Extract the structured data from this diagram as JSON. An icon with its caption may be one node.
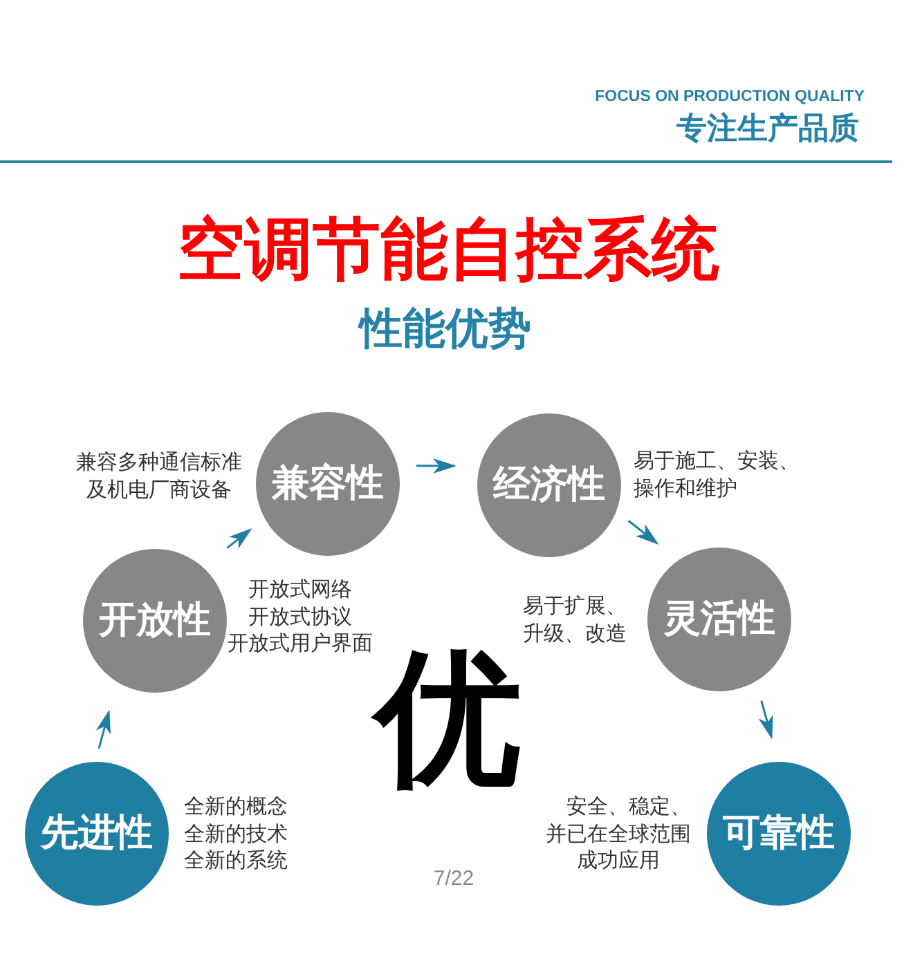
{
  "diagram": {
    "title": "空调节能自控系统",
    "nodes": [
      {
        "text": [
          "先进性"
        ],
        "beside": [
          "全新的概念",
          "全新的技术",
          "全新的系统"
        ]
      },
      {
        "text": [
          "开放性"
        ],
        "beside": [
          "开放式网络",
          "开放式协议",
          "开放式用户界面"
        ]
      },
      {
        "text": [
          "兼容性"
        ],
        "beside": [
          "兼容多种通信标准及机电厂商设备"
        ]
      },
      {
        "text": [
          "经济性"
        ],
        "beside": [
          "易于施工、安装、操作和维护"
        ]
      },
      {
        "text": [
          "灵活性"
        ],
        "beside": [
          "易于扩展、升级、改造"
        ]
      },
      {
        "text": [
          "可靠性"
        ],
        "beside": [
          "安全、稳定、并已在全球范围成功应用"
        ]
      }
    ],
    "edges": [
      {
        "from": 0,
        "to": 1,
        "arrow": "to"
      },
      {
        "from": 1,
        "to": 2,
        "arrow": "to"
      },
      {
        "from": 2,
        "to": 3,
        "arrow": "to"
      },
      {
        "from": 3,
        "to": 4,
        "arrow": "to"
      },
      {
        "from": 4,
        "to": 5,
        "arrow": "to"
      }
    ],
    "labels": [
      "FOCUS ON PRODUCTION QUALITY",
      "专注生产品质",
      "性能优势",
      "优",
      "7/22"
    ]
  }
}
